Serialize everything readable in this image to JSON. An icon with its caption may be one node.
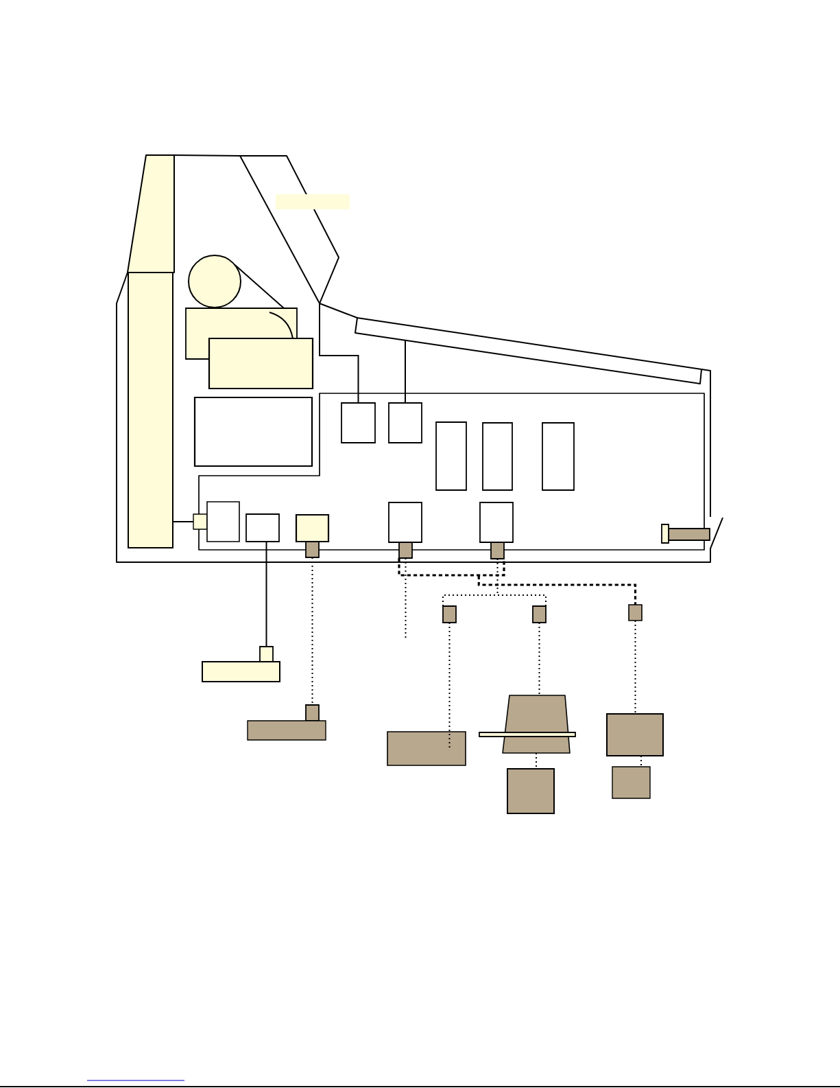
{
  "diagram": {
    "nodes": [
      {
        "text": [],
        "shape": "trapezoid"
      },
      {
        "text": [],
        "shape": "box"
      },
      {
        "text": [],
        "shape": "polygon"
      },
      {
        "text": [],
        "shape": "circle"
      },
      {
        "text": [],
        "shape": "box"
      },
      {
        "text": [],
        "shape": "bar"
      },
      {
        "text": [],
        "shape": "box"
      },
      {
        "text": [],
        "shape": "box"
      },
      {
        "text": [],
        "shape": "polygon"
      },
      {
        "text": [],
        "shape": "box",
        "in": 8
      },
      {
        "text": [],
        "shape": "box",
        "in": 8
      },
      {
        "text": [],
        "shape": "box",
        "in": 8
      },
      {
        "text": [],
        "shape": "box",
        "in": 8
      },
      {
        "text": [],
        "shape": "box",
        "in": 8
      },
      {
        "text": [],
        "shape": "box"
      },
      {
        "text": [],
        "shape": "box",
        "in": 8
      },
      {
        "text": [],
        "shape": "box",
        "in": 8
      },
      {
        "text": [],
        "shape": "box",
        "in": 8
      },
      {
        "text": [],
        "shape": "box",
        "in": 8
      },
      {
        "text": [],
        "shape": "box",
        "in": 8
      },
      {
        "text": [],
        "shape": "box"
      },
      {
        "text": [],
        "shape": "box"
      },
      {
        "text": [],
        "shape": "box"
      },
      {
        "text": [],
        "shape": "box"
      },
      {
        "text": [],
        "shape": "box"
      },
      {
        "text": [],
        "shape": "box"
      },
      {
        "text": [],
        "shape": "box"
      },
      {
        "text": [],
        "shape": "box"
      },
      {
        "text": [],
        "shape": "trapezoid"
      },
      {
        "text": [],
        "shape": "box"
      },
      {
        "text": [],
        "shape": "box"
      },
      {
        "text": [],
        "shape": "box"
      },
      {
        "text": [],
        "shape": "box"
      },
      {
        "text": [],
        "shape": "box"
      },
      {
        "text": [],
        "shape": "box"
      }
    ],
    "edges": [
      {
        "from": 1,
        "to": 14,
        "arrow": "none"
      },
      {
        "from": 2,
        "to": 9,
        "arrow": "none"
      },
      {
        "from": 5,
        "to": 10,
        "arrow": "none"
      },
      {
        "from": 3,
        "to": 4,
        "arrow": "none"
      },
      {
        "from": 4,
        "to": 6,
        "arrow": "none"
      },
      {
        "from": 16,
        "to": 26,
        "arrow": "none"
      },
      {
        "from": 20,
        "to": 29,
        "arrow": "none",
        "style": "dashed"
      },
      {
        "from": 21,
        "to": null,
        "arrow": "none",
        "style": "dashed"
      },
      {
        "from": 21,
        "to": 22,
        "arrow": "none",
        "style": "dashed"
      },
      {
        "from": 21,
        "to": 25,
        "arrow": "none",
        "style": "dashed"
      },
      {
        "from": 22,
        "to": 25,
        "arrow": "none",
        "style": "dashed"
      },
      {
        "from": 22,
        "to": 23,
        "arrow": "none",
        "style": "dashed"
      },
      {
        "from": 22,
        "to": 24,
        "arrow": "none",
        "style": "dashed"
      },
      {
        "from": 23,
        "to": 32,
        "arrow": "none",
        "style": "dashed"
      },
      {
        "from": 24,
        "to": 28,
        "arrow": "none",
        "style": "dashed"
      },
      {
        "from": 28,
        "to": 34,
        "arrow": "none",
        "style": "dashed"
      },
      {
        "from": 25,
        "to": 30,
        "arrow": "none",
        "style": "dashed"
      },
      {
        "from": 30,
        "to": 33,
        "arrow": "none",
        "style": "dashed"
      }
    ]
  }
}
